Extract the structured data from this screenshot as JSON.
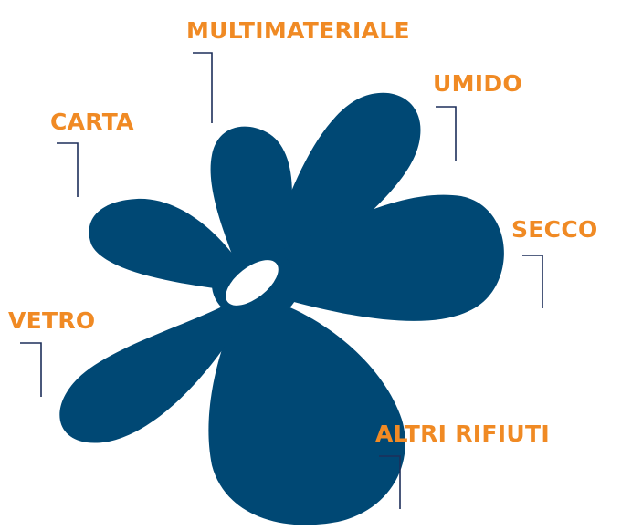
{
  "colors": {
    "flower": "#004874",
    "label": "#f08a24",
    "leader_line": "#1d2f5a",
    "background": "#ffffff",
    "center_hole": "#ffffff"
  },
  "labels": {
    "multimateriale": "MULTIMATERIALE",
    "umido": "UMIDO",
    "carta": "CARTA",
    "secco": "SECCO",
    "vetro": "VETRO",
    "altri_rifiuti": "ALTRI RIFIUTI"
  }
}
